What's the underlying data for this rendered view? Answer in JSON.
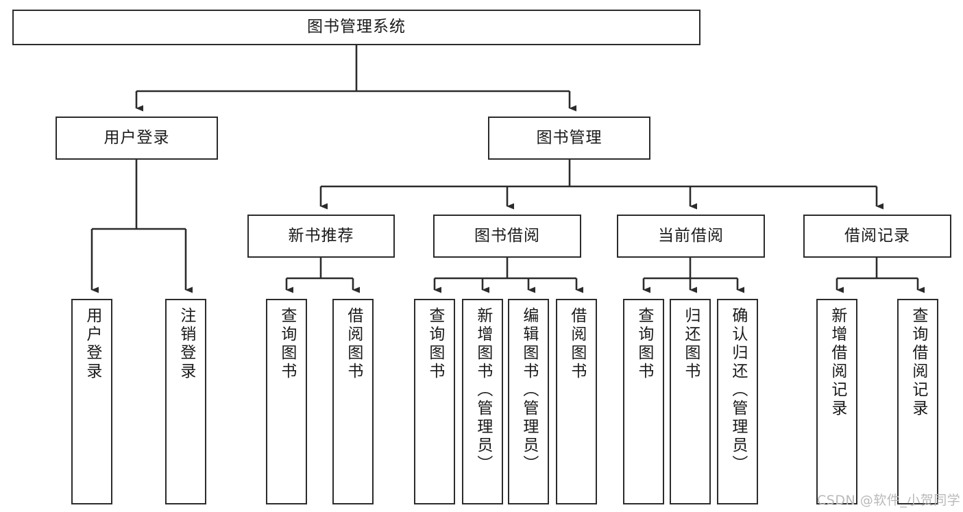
{
  "diagram": {
    "title": "图书管理系统",
    "type": "tree-hierarchy-diagram",
    "colors": {
      "stroke": "#2b2b2b",
      "fill": "#ffffff",
      "text": "#1a1a1a",
      "watermark": "#b9b9b9"
    },
    "root": {
      "label": "图书管理系统"
    },
    "level2": [
      {
        "label": "用户登录"
      },
      {
        "label": "图书管理"
      }
    ],
    "level3": [
      {
        "label": "新书推荐"
      },
      {
        "label": "图书借阅"
      },
      {
        "label": "当前借阅"
      },
      {
        "label": "借阅记录"
      }
    ],
    "leaves": {
      "user_login": [
        {
          "label": "用户登录"
        },
        {
          "label": "注销登录"
        }
      ],
      "new_book": [
        {
          "label": "查询图书"
        },
        {
          "label": "借阅图书"
        }
      ],
      "book_borrow": [
        {
          "label": "查询图书"
        },
        {
          "label": "新增图书（管理员）"
        },
        {
          "label": "编辑图书（管理员）"
        },
        {
          "label": "借阅图书"
        }
      ],
      "current_borrow": [
        {
          "label": "查询图书"
        },
        {
          "label": "归还图书"
        },
        {
          "label": "确认归还（管理员）"
        }
      ],
      "borrow_record": [
        {
          "label": "新增借阅记录"
        },
        {
          "label": "查询借阅记录"
        }
      ]
    },
    "watermark": "CSDN @软件_小贺同学"
  }
}
